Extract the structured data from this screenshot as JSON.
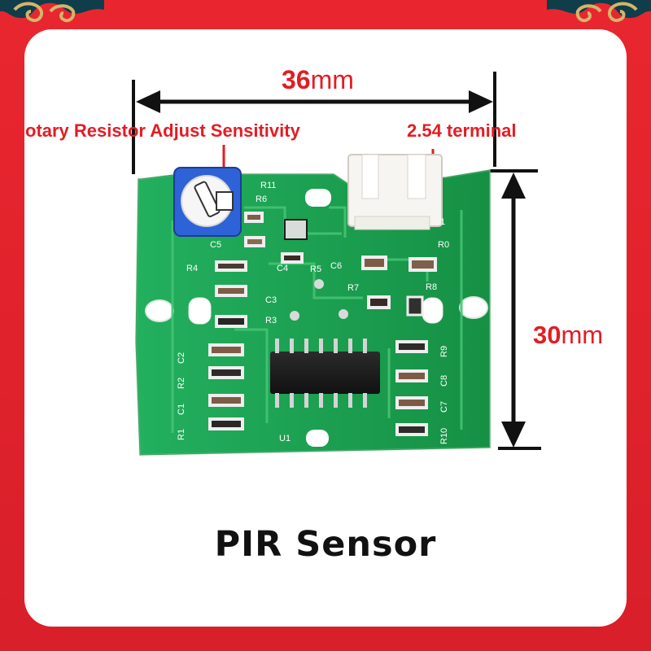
{
  "image": {
    "title": "PIR Sensor",
    "dimensions": {
      "width_value": "36",
      "height_value": "30",
      "unit": "mm"
    },
    "callouts": {
      "rotary": "otary Resistor Adjust Sensitivity",
      "terminal": "2.54 terminal"
    },
    "board_labels": [
      "R11",
      "R6",
      "C5",
      "R4",
      "C4",
      "R5",
      "C6",
      "R0",
      "R7",
      "R8",
      "C3",
      "R3",
      "C2",
      "R2",
      "C1",
      "R1",
      "U1",
      "R9",
      "C8",
      "C7",
      "R10",
      "1"
    ],
    "colors": {
      "frame": "#e21d24",
      "board": "#1fa35a",
      "text": "#111111",
      "callout": "#e21d24"
    }
  }
}
